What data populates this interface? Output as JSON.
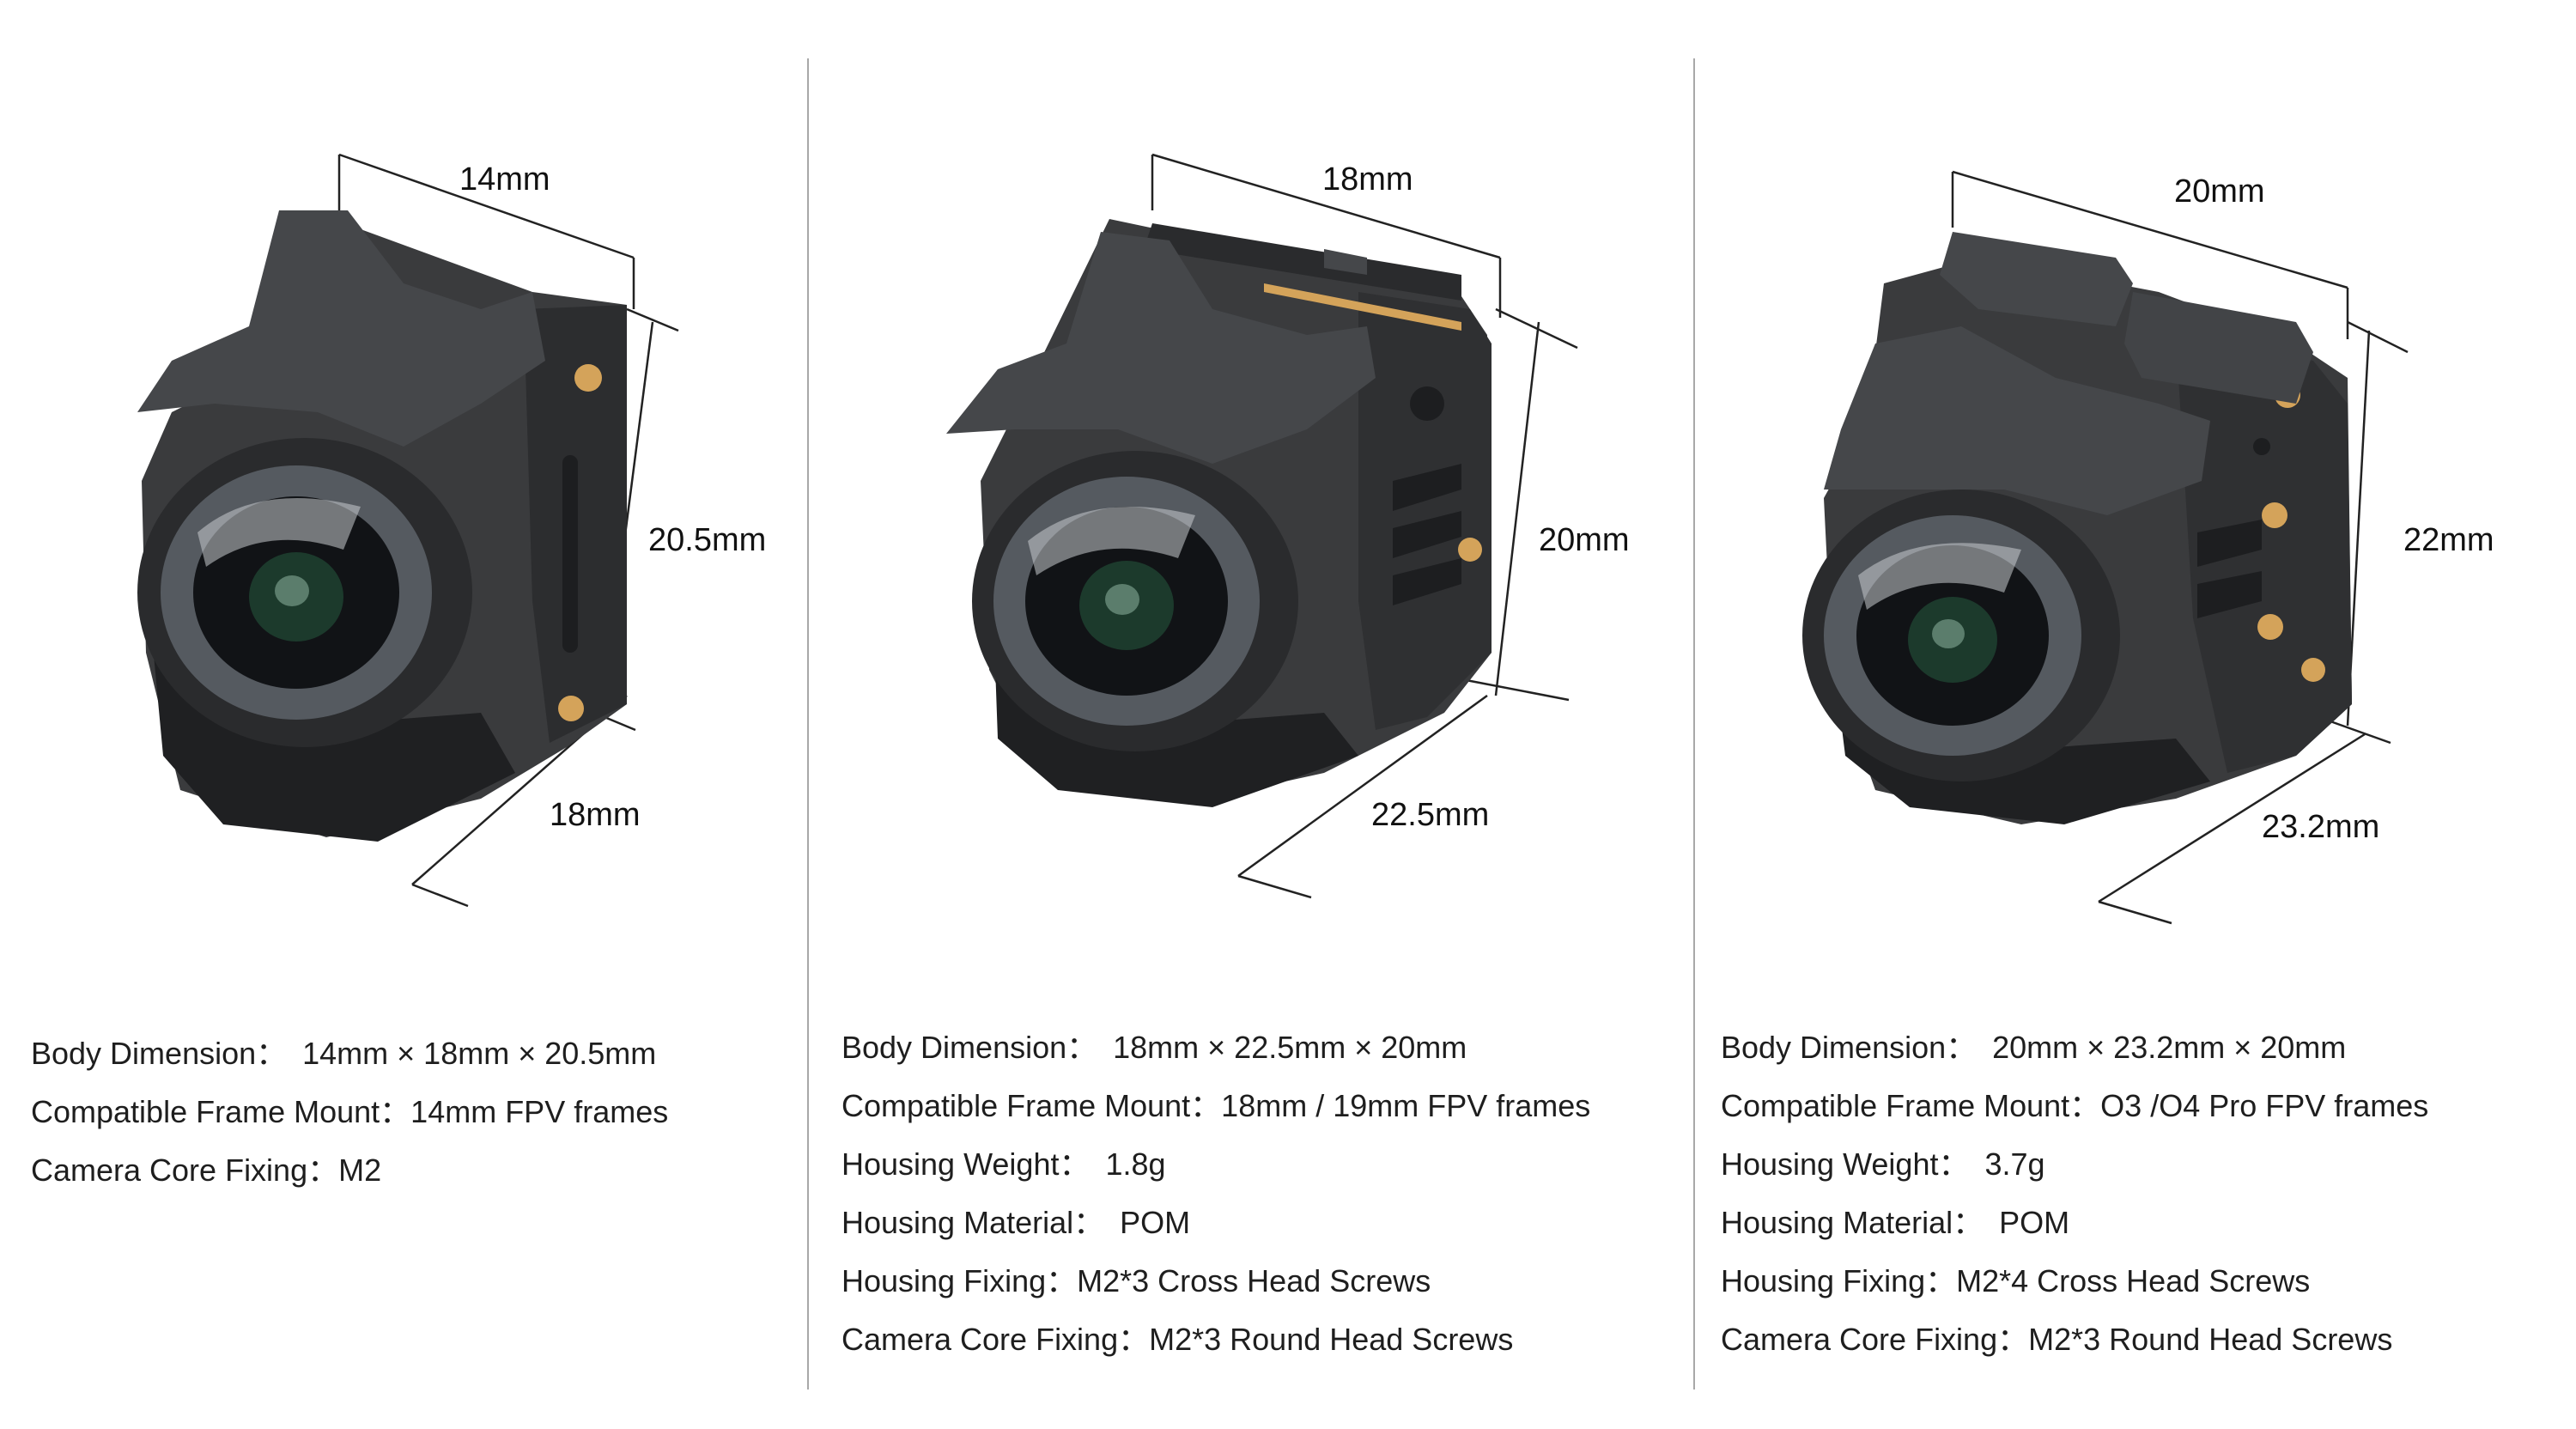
{
  "palette": {
    "background": "#ffffff",
    "housing": "#3a3b3d",
    "housing_shadow": "#202123",
    "brass": "#d4a35a",
    "lens_glass": "#1c3a2c",
    "text": "#1e1e1e",
    "divider": "#a8a8a8"
  },
  "products": [
    {
      "icon": "camera-housing-14mm-icon",
      "dimensions": {
        "width": "14mm",
        "depth": "18mm",
        "height": "20.5mm"
      },
      "specs": [
        {
          "label": "Body Dimension：",
          "value": "14mm × 18mm × 20.5mm"
        },
        {
          "label": "Compatible Frame Mount：",
          "value": "14mm FPV frames"
        },
        {
          "label": "Camera Core Fixing：",
          "value": "M2"
        }
      ]
    },
    {
      "icon": "camera-housing-18mm-icon",
      "dimensions": {
        "width": "18mm",
        "depth": "22.5mm",
        "height": "20mm"
      },
      "specs": [
        {
          "label": "Body Dimension：",
          "value": "18mm × 22.5mm × 20mm"
        },
        {
          "label": "Compatible Frame Mount：",
          "value": "18mm / 19mm FPV frames"
        },
        {
          "label": "Housing Weight：",
          "value": "1.8g"
        },
        {
          "label": "Housing Material：",
          "value": "POM"
        },
        {
          "label": "Housing Fixing：",
          "value": "M2*3 Cross Head Screws"
        },
        {
          "label": "Camera Core Fixing：",
          "value": "M2*3 Round Head Screws"
        }
      ]
    },
    {
      "icon": "camera-housing-20mm-icon",
      "dimensions": {
        "width": "20mm",
        "depth": "23.2mm",
        "height": "22mm"
      },
      "specs": [
        {
          "label": "Body Dimension：",
          "value": "20mm × 23.2mm × 20mm"
        },
        {
          "label": "Compatible Frame Mount：",
          "value": "O3 /O4 Pro FPV frames"
        },
        {
          "label": "Housing Weight：",
          "value": "3.7g"
        },
        {
          "label": "Housing Material：",
          "value": "POM"
        },
        {
          "label": "Housing Fixing：",
          "value": "M2*4 Cross Head Screws"
        },
        {
          "label": "Camera Core Fixing：",
          "value": "M2*3 Round Head Screws"
        }
      ]
    }
  ]
}
